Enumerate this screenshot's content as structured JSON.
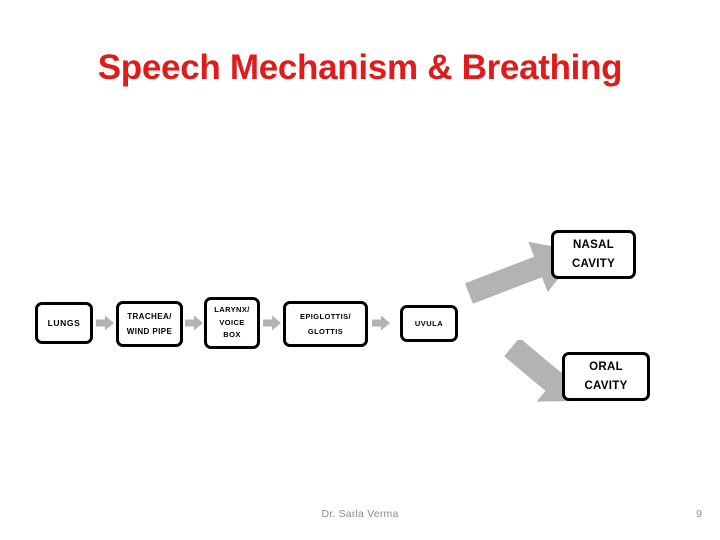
{
  "slide": {
    "title": "Speech Mechanism & Breathing",
    "background_color": "#FFFFFF",
    "title_color": "#E01B1B"
  },
  "diagram": {
    "type": "flowchart",
    "arrow_color": "#B3B3B3",
    "box_border_color": "#000000",
    "box_fill_color": "#FFFFFF",
    "boxes": [
      {
        "id": "lungs",
        "lines": [
          "LUNGS"
        ]
      },
      {
        "id": "trachea",
        "lines": [
          "TRACHEA/",
          "WIND PIPE"
        ]
      },
      {
        "id": "larynx",
        "lines": [
          "LARYNX/",
          "VOICE",
          "BOX"
        ]
      },
      {
        "id": "epiglottis",
        "lines": [
          "EPIGLOTTIS/",
          "GLOTTIS"
        ]
      },
      {
        "id": "uvula",
        "lines": [
          "UVULA"
        ]
      },
      {
        "id": "nasal",
        "lines": [
          "NASAL",
          "CAVITY"
        ]
      },
      {
        "id": "oral",
        "lines": [
          "ORAL",
          "CAVITY"
        ]
      }
    ],
    "connections": [
      {
        "from": "lungs",
        "to": "trachea",
        "style": "small-right-arrow"
      },
      {
        "from": "trachea",
        "to": "larynx",
        "style": "small-right-arrow"
      },
      {
        "from": "larynx",
        "to": "epiglottis",
        "style": "small-right-arrow"
      },
      {
        "from": "epiglottis",
        "to": "uvula",
        "style": "small-right-arrow"
      },
      {
        "from": "uvula",
        "to": "nasal",
        "style": "large-diagonal-up-arrow"
      },
      {
        "from": "uvula",
        "to": "oral",
        "style": "large-diagonal-down-arrow"
      }
    ]
  },
  "footer": {
    "author": "Dr. Sarla Verma",
    "page_number": "9",
    "text_color": "#8C8C8C"
  }
}
